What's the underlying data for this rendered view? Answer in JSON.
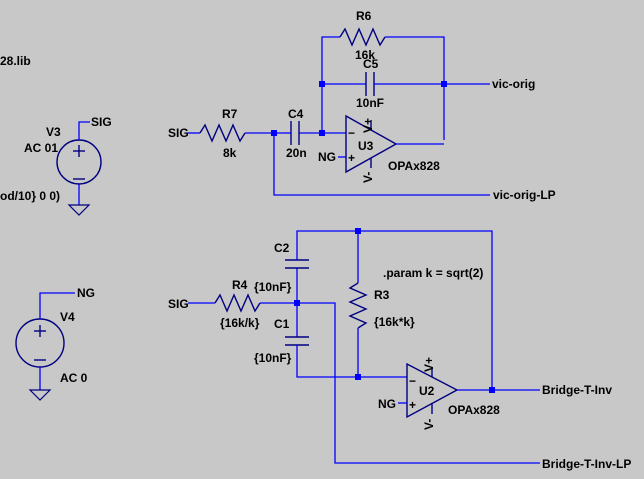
{
  "schematic": {
    "lib_fragment": "28.lib",
    "source_fragment": "od/10} 0 0)",
    "upper_circuit": {
      "input_net": "SIG",
      "r7": {
        "name": "R7",
        "value": "8k"
      },
      "c4": {
        "name": "C4",
        "value": "20n"
      },
      "r6": {
        "name": "R6",
        "value": "16k"
      },
      "c5": {
        "name": "C5",
        "value": "10nF"
      },
      "u3": {
        "name": "U3",
        "model": "OPAx828",
        "vplus": "V+",
        "vminus": "V-",
        "ref_net": "NG"
      },
      "out_net": "vic-orig",
      "lp_net": "vic-orig-LP"
    },
    "lower_circuit": {
      "input_net": "SIG",
      "param": ".param k = sqrt(2)",
      "r4": {
        "name": "R4",
        "value": "{16k/k}"
      },
      "r3": {
        "name": "R3",
        "value": "{16k*k}"
      },
      "c1": {
        "name": "C1",
        "value": "{10nF}"
      },
      "c2": {
        "name": "C2",
        "value": "{10nF}"
      },
      "u2": {
        "name": "U2",
        "model": "OPAx828",
        "vplus": "V+",
        "vminus": "V-",
        "ref_net": "NG"
      },
      "out_net": "Bridge-T-Inv",
      "lp_net": "Bridge-T-Inv-LP"
    },
    "v3": {
      "name": "V3",
      "spec": "AC 01",
      "net": "SIG"
    },
    "v4": {
      "name": "V4",
      "spec": "AC 0",
      "net": "NG"
    }
  }
}
